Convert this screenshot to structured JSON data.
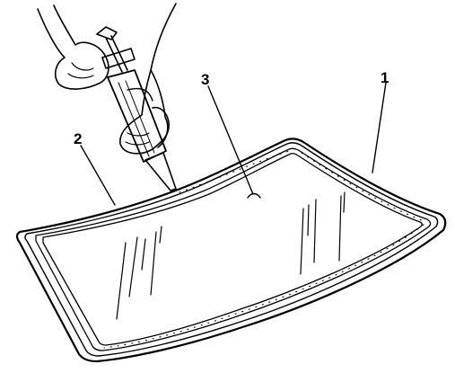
{
  "diagram": {
    "callouts": [
      {
        "id": "1",
        "text": "1"
      },
      {
        "id": "2",
        "text": "2"
      },
      {
        "id": "3",
        "text": "3"
      }
    ],
    "colors": {
      "ink": "#000000",
      "paper": "#ffffff"
    },
    "parts": [
      "windshield-glass",
      "urethane-bead",
      "caulking-gun",
      "gloved-hands"
    ]
  }
}
